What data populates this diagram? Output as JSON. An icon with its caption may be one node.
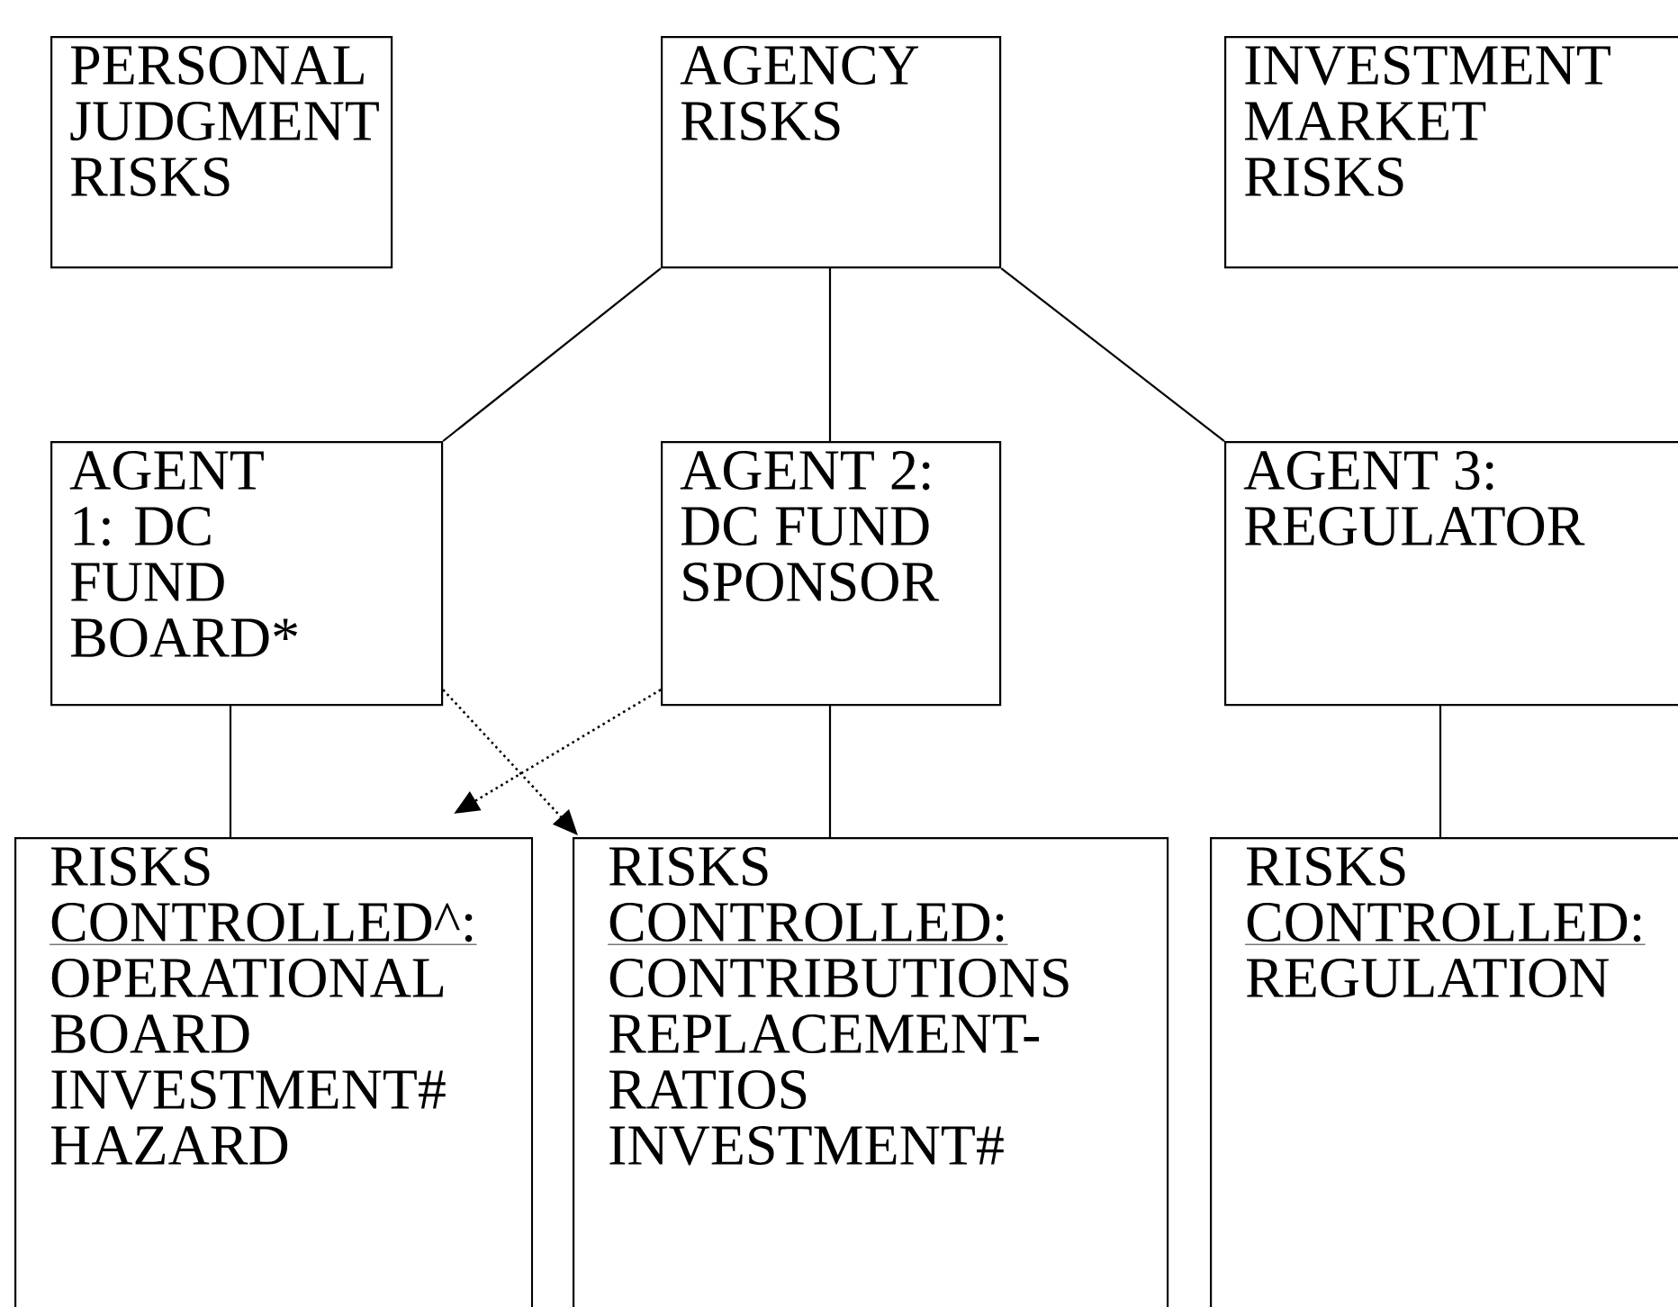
{
  "diagram": {
    "nodes": [
      {
        "text": [
          "PERSONAL JUDGMENT RISKS"
        ]
      },
      {
        "text": [
          "AGENCY RISKS"
        ]
      },
      {
        "text": [
          "INVESTMENT MARKET RISKS"
        ]
      },
      {
        "text": [
          "AGENT 1: DC FUND BOARD*"
        ]
      },
      {
        "text": [
          "AGENT 2: DC FUND SPONSOR"
        ]
      },
      {
        "text": [
          "AGENT 3: REGULATOR"
        ]
      },
      {
        "text": [
          "RISKS",
          "CONTROLLED^:",
          "OPERATIONAL",
          "BOARD",
          "INVESTMENT#",
          "HAZARD"
        ]
      },
      {
        "text": [
          "RISKS",
          "CONTROLLED:",
          "CONTRIBUTIONS",
          "REPLACEMENT-RATIOS",
          "INVESTMENT#"
        ]
      },
      {
        "text": [
          "RISKS",
          "CONTROLLED:",
          "REGULATION"
        ]
      }
    ],
    "edges": [
      {
        "from": 1,
        "to": 3,
        "arrow": "none"
      },
      {
        "from": 1,
        "to": 4,
        "arrow": "none"
      },
      {
        "from": 1,
        "to": 5,
        "arrow": "none"
      },
      {
        "from": 3,
        "to": 6,
        "arrow": "none"
      },
      {
        "from": 4,
        "to": 7,
        "arrow": "none"
      },
      {
        "from": 5,
        "to": 8,
        "arrow": "none"
      },
      {
        "from": 3,
        "to": 7,
        "arrow": "to",
        "style": "dashed"
      },
      {
        "from": 4,
        "to": 6,
        "arrow": "to",
        "style": "dashed"
      }
    ]
  }
}
